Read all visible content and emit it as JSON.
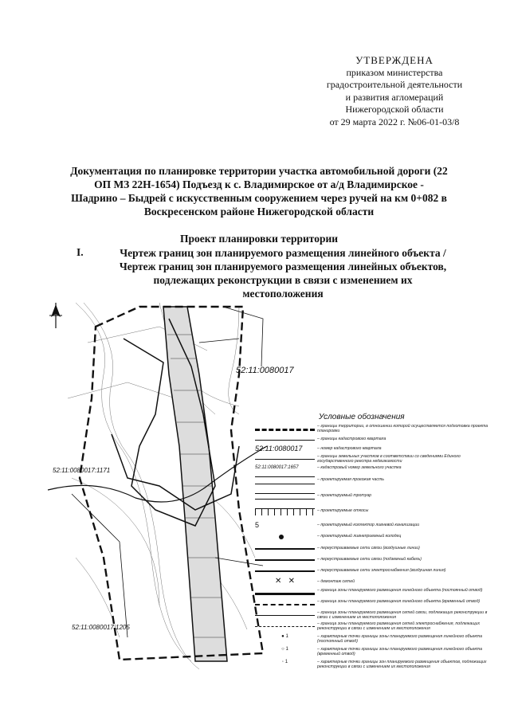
{
  "approval": {
    "line1": "УТВЕРЖДЕНА",
    "line2": "приказом министерства",
    "line3": "градостроительной деятельности",
    "line4": "и развития агломераций",
    "line5": "Нижегородской области",
    "line6": "от 29 марта 2022 г. №06-01-03/8"
  },
  "title": {
    "line1": "Документация по планировке территории участка автомобильной дороги (22",
    "line2": "ОП МЗ 22Н-1654) Подъезд к  с. Владимирское от а/д Владимирское -",
    "line3": "Шадрино – Быдрей с искусственным сооружением через ручей на км 0+082  в",
    "line4": "Воскресенском районе Нижегородской области"
  },
  "section": {
    "title": "Проект планировки территории",
    "roman": "I.",
    "line1": "Чертеж границ зон планируемого размещения линейного объекта /",
    "line2": "Чертеж границ зон планируемого размещения линейных объектов,",
    "line3": "подлежащих реконструкции в связи с изменением их",
    "line4": "местоположения"
  },
  "map": {
    "quarter_label": "52:11:0080017",
    "plot_label_left": "52:11:0080017:1171",
    "plot_label_bottom": "52:11:0080017:1205",
    "legend_quarter_sample": "52:11:0080017",
    "legend_plot_sample": "52:11:0080017:1657",
    "legend_number_sample": "5"
  },
  "legend": {
    "title": "Условные обозначения",
    "items": [
      "– границы территории, в отношении которой осуществляется подготовка проекта планировки",
      "– границы кадастрового квартала",
      "– номер кадастрового квартала",
      "– границы земельных участков в соответствии со сведениями Единого государственного реестра недвижимости",
      "– кадастровый номер земельного участка",
      "– проектируемая проезжая часть",
      "– проектируемый тротуар",
      "– проектируемые откосы",
      "– проектируемый коллектор ливневой канализации",
      "– проектируемый ливнеприемный колодец",
      "– переустраиваемые сети связи (воздушные линии)",
      "– переустраиваемые сети связи (подземный кабель)",
      "– переустраиваемые сети электроснабжения (воздушная линия)",
      "– демонтаж сетей",
      "– граница зоны планируемого размещения линейного объекта (постоянный отвод)",
      "– граница зоны планируемого размещения линейного объекта (временный отвод)",
      "– граница зоны планируемого размещения сетей связи, подлежащих реконструкции в связи с изменением их местоположения",
      "– граница зоны планируемого размещения сетей электроснабжения, подлежащих реконструкции в связи с изменением их местоположения",
      "– характерные точки границы зоны планируемого размещения линейного объекта (постоянный отвод)",
      "– характерные точки границы зоны планируемого размещения линейного объекта (временный отвод)",
      "– характерные точки границы зон планируемого размещения объектов, подлежащих реконструкции в связи с изменением их местоположения"
    ]
  }
}
